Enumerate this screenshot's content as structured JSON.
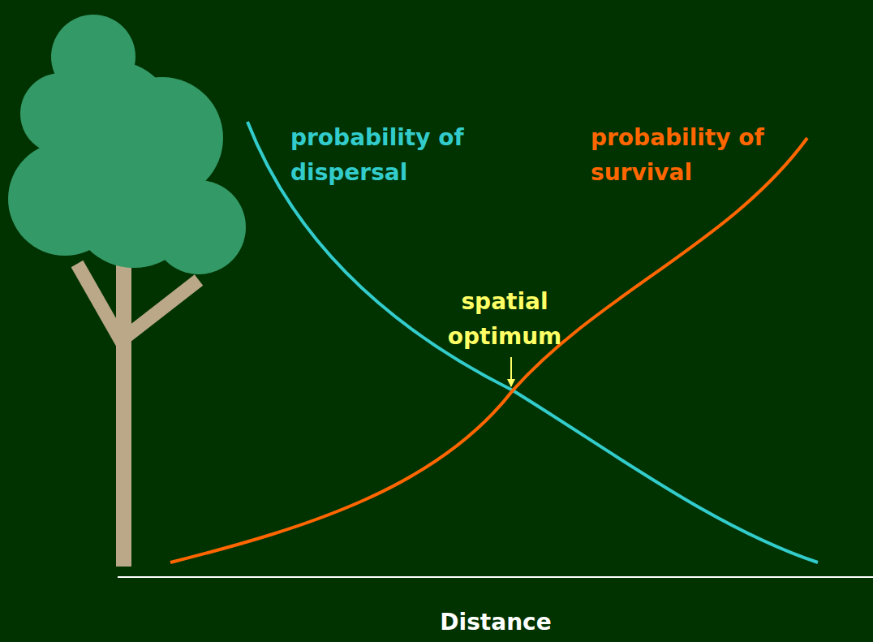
{
  "diagram": {
    "labels": [
      "probability of dispersal",
      "probability of survival",
      "spatial optimum",
      "Distance"
    ]
  }
}
